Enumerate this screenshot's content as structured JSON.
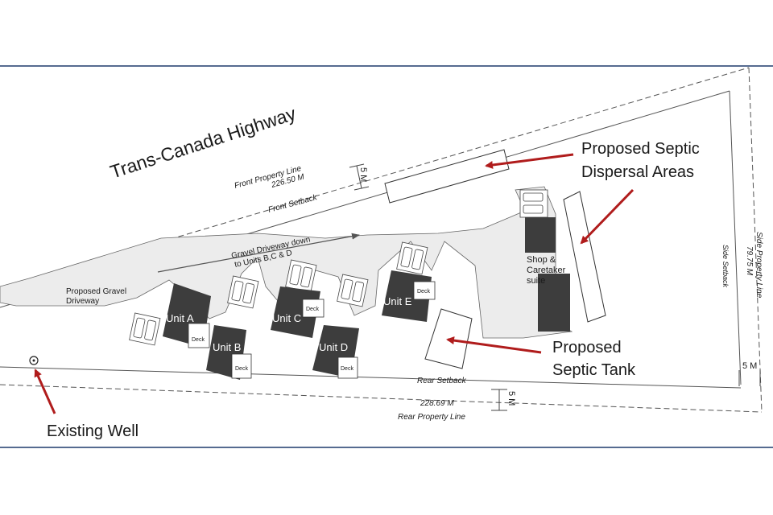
{
  "labels": {
    "highway": "Trans-Canada Highway",
    "front_property_line": "Front Property Line",
    "front_length": "226.50 M",
    "front_setback": "Front Setback",
    "front_dim": "5 M",
    "side_property_line": "Side Property Line",
    "side_length": "79.75 M",
    "side_setback": "Side Setback",
    "side_dim": "5 M",
    "rear_setback": "Rear Setback",
    "rear_length": "228.69 M",
    "rear_property_line": "Rear Property Line",
    "rear_dim": "5 M",
    "gravel_driveway_1": "Gravel Driveway down",
    "gravel_driveway_2": "to Units B,C & D",
    "proposed_gravel_1": "Proposed Gravel",
    "proposed_gravel_2": "Driveway",
    "septic_dispersal_1": "Proposed Septic",
    "septic_dispersal_2": "Dispersal Areas",
    "septic_tank_1": "Proposed",
    "septic_tank_2": "Septic Tank",
    "shop_1": "Shop &",
    "shop_2": "Caretaker",
    "shop_3": "suite",
    "existing_well": "Existing Well"
  },
  "units": [
    {
      "name": "Unit A",
      "deck": "Deck"
    },
    {
      "name": "Unit B",
      "deck": "Deck"
    },
    {
      "name": "Unit C",
      "deck": "Deck"
    },
    {
      "name": "Unit D",
      "deck": "Deck"
    },
    {
      "name": "Unit E",
      "deck": "Deck"
    }
  ],
  "colors": {
    "frame": "#1f3a6b",
    "building": "#3d3d3d",
    "driveway": "#ececec",
    "arrow": "#b01c1c"
  }
}
